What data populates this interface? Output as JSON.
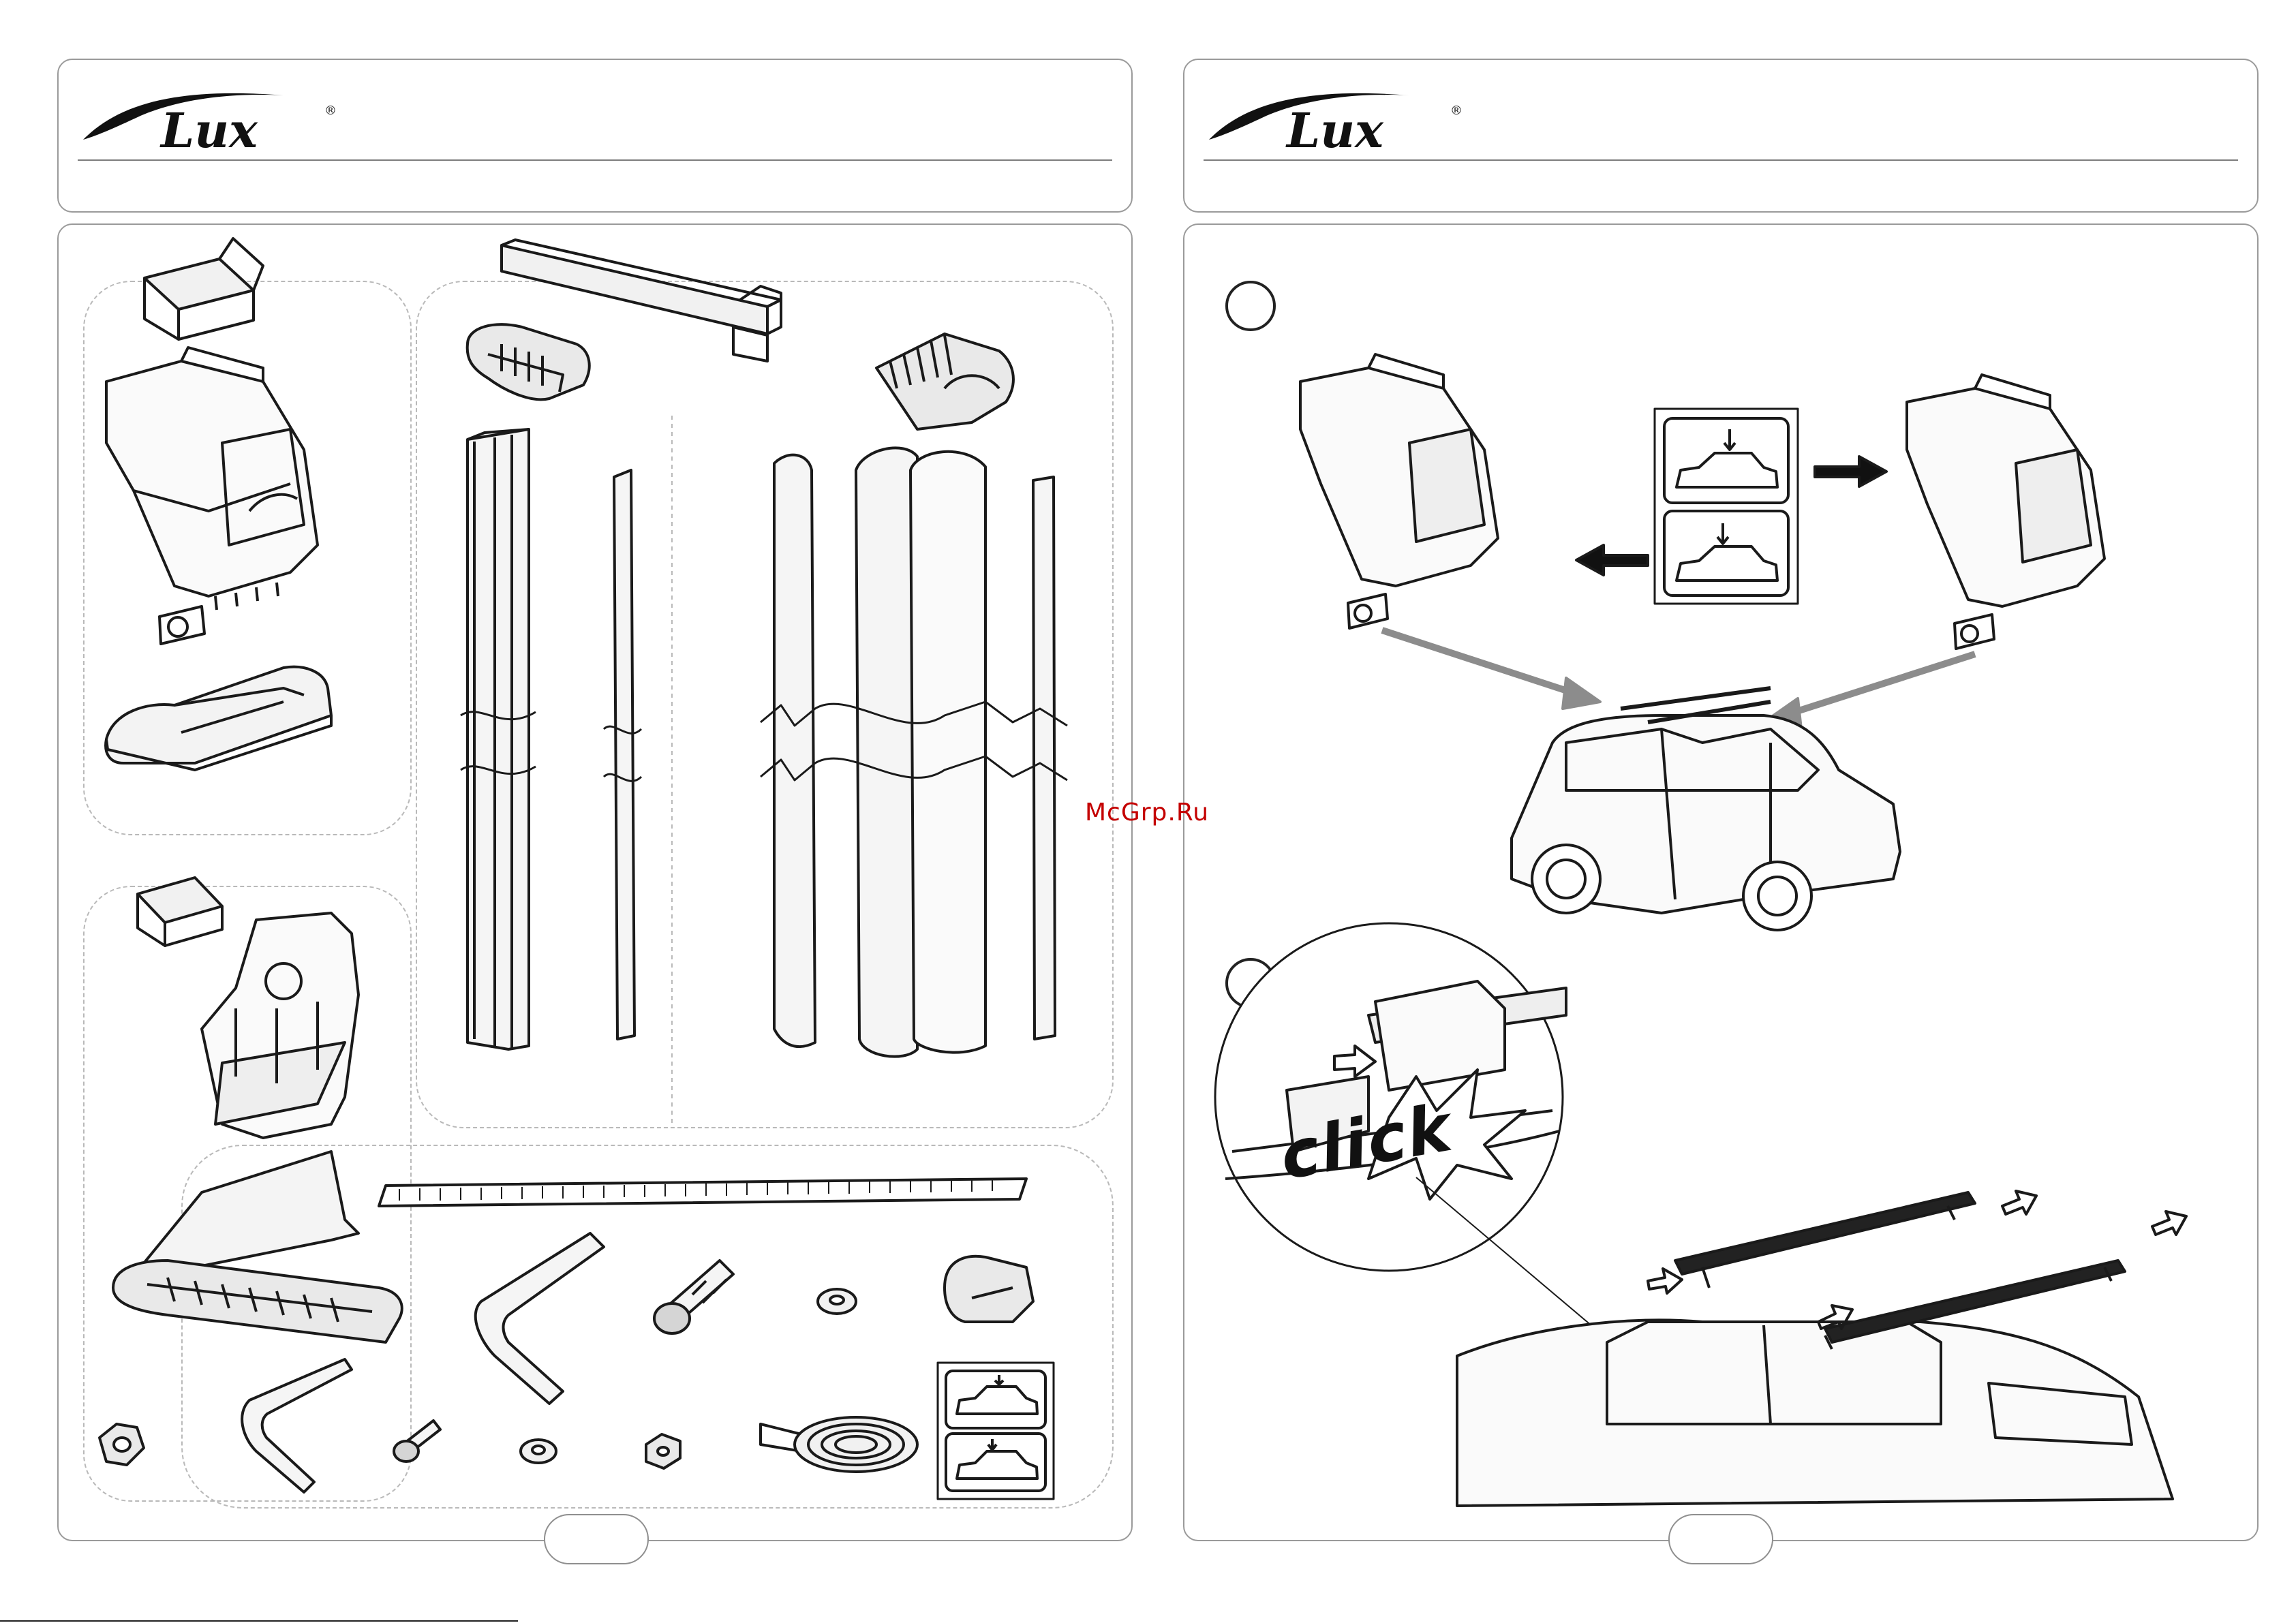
{
  "brand": {
    "left_logo": "Lux",
    "right_logo": "Lux",
    "registered": "®"
  },
  "watermark": "McGrp.Ru",
  "steps": [
    "",
    ""
  ],
  "overlay_text": "click",
  "colors": {
    "line": "#1a1a1a",
    "panel_border": "#9a9a9a",
    "dashed": "#b9b9b9",
    "watermark": "#c40000",
    "arrow_gray": "#8c8c8c"
  },
  "icons": [
    "car-profile-icon",
    "car-profile-icon",
    "hex-key-icon",
    "bolt-icon",
    "nut-icon",
    "washer-icon",
    "tape-measure-icon"
  ]
}
